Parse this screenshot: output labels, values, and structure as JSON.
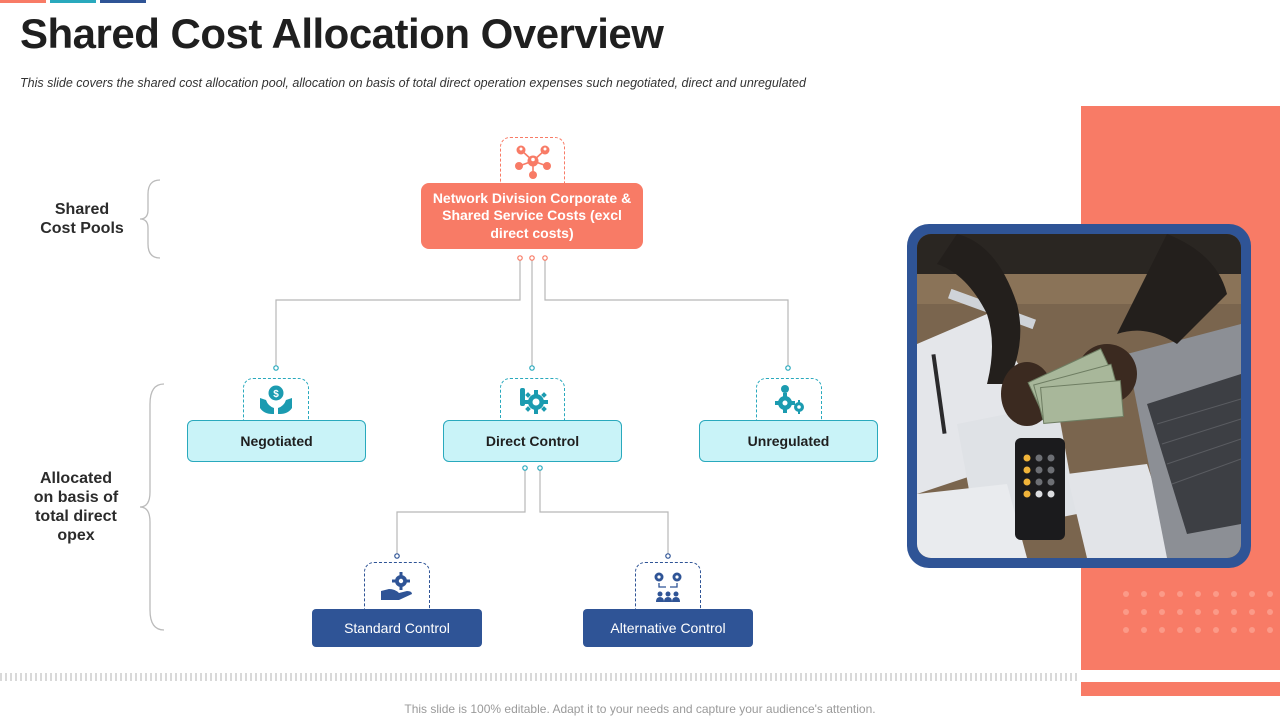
{
  "title": "Shared Cost Allocation Overview",
  "subtitle": "This slide covers the shared cost allocation pool, allocation on basis of total direct operation expenses such negotiated, direct and unregulated",
  "left_labels": {
    "shared_cost_pools": "Shared\nCost Pools",
    "allocated": "Allocated\non basis of\ntotal direct\nopex"
  },
  "top_node": {
    "label": "Network Division Corporate & Shared Service Costs (excl direct costs)",
    "icon": "network-people-icon"
  },
  "mid_nodes": [
    {
      "label": "Negotiated",
      "icon": "money-hands-icon"
    },
    {
      "label": "Direct Control",
      "icon": "gear-control-icon"
    },
    {
      "label": "Unregulated",
      "icon": "gears-icon"
    }
  ],
  "bottom_nodes": [
    {
      "label": "Standard Control",
      "icon": "hand-gear-icon"
    },
    {
      "label": "Alternative Control",
      "icon": "team-gears-icon"
    }
  ],
  "footer": "This slide is 100% editable. Adapt it to your needs and capture your audience's attention.",
  "colors": {
    "accent_coral": "#f87b66",
    "teal": "#29a9bd",
    "light_teal": "#c9f3f8",
    "navy": "#2f5496"
  }
}
